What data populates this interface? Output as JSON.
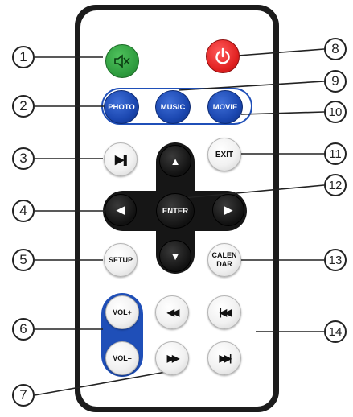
{
  "colors": {
    "accent_blue": "#1f4fb8",
    "power_red": "#e02020",
    "mute_green": "#2e9b3e",
    "remote_body": "#1c1c1c"
  },
  "buttons": {
    "mute_icon": "speaker-muted-icon",
    "power_icon": "power-icon",
    "photo": "PHOTO",
    "music": "MUSIC",
    "movie": "MOVIE",
    "play_pause": "▶||",
    "exit": "EXIT",
    "up": "▲",
    "left": "◀",
    "enter": "ENTER",
    "right": "▶",
    "down": "▼",
    "setup": "SETUP",
    "calendar_line1": "CALEN",
    "calendar_line2": "DAR",
    "vol_up": "VOL+",
    "vol_down": "VOL–",
    "rewind": "◀◀",
    "previous": "|◀◀",
    "fast_forward": "▶▶",
    "next": "▶▶|"
  },
  "callouts": [
    "1",
    "2",
    "3",
    "4",
    "5",
    "6",
    "7",
    "8",
    "9",
    "10",
    "11",
    "12",
    "13",
    "14"
  ]
}
